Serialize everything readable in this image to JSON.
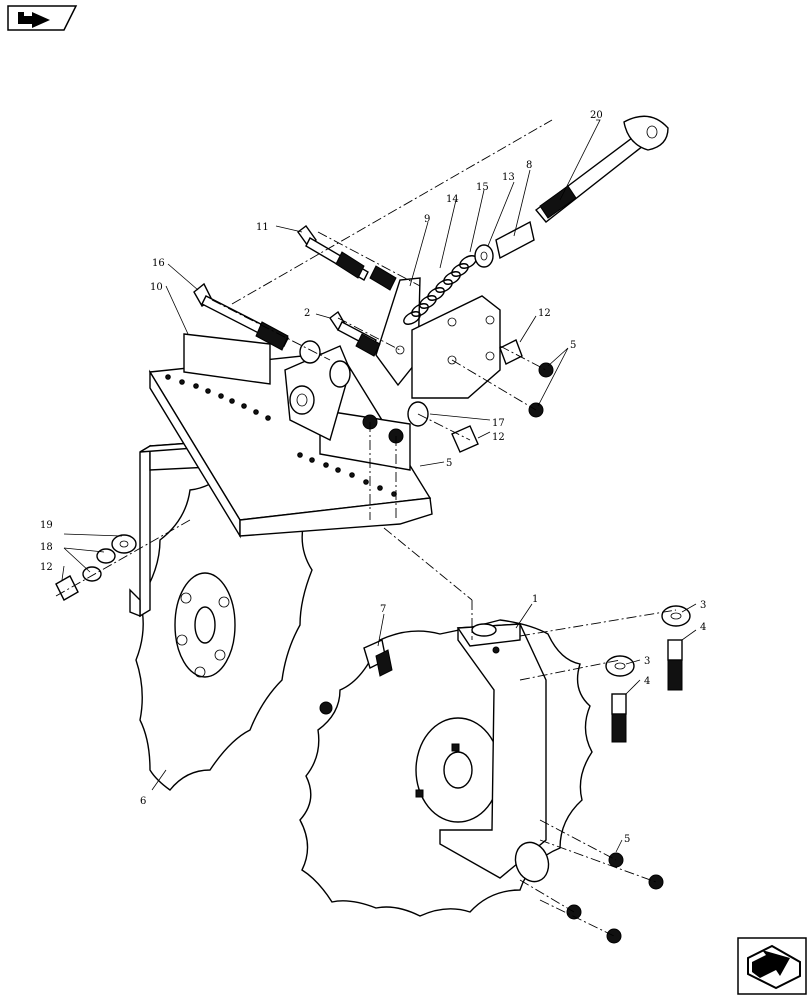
{
  "icons": {
    "top_left": "previous-page-arrow-icon",
    "bottom_right": "next-page-arrow-icon"
  },
  "callouts": [
    {
      "id": "c20",
      "label": "20"
    },
    {
      "id": "c8",
      "label": "8"
    },
    {
      "id": "c13",
      "label": "13"
    },
    {
      "id": "c15",
      "label": "15"
    },
    {
      "id": "c14",
      "label": "14"
    },
    {
      "id": "c9",
      "label": "9"
    },
    {
      "id": "c11",
      "label": "11"
    },
    {
      "id": "c16",
      "label": "16"
    },
    {
      "id": "c10",
      "label": "10"
    },
    {
      "id": "c2",
      "label": "2"
    },
    {
      "id": "c12a",
      "label": "12"
    },
    {
      "id": "c5a",
      "label": "5"
    },
    {
      "id": "c17",
      "label": "17"
    },
    {
      "id": "c12b",
      "label": "12"
    },
    {
      "id": "c5b",
      "label": "5"
    },
    {
      "id": "c19",
      "label": "19"
    },
    {
      "id": "c18",
      "label": "18"
    },
    {
      "id": "c12c",
      "label": "12"
    },
    {
      "id": "c7",
      "label": "7"
    },
    {
      "id": "c1",
      "label": "1"
    },
    {
      "id": "c3a",
      "label": "3"
    },
    {
      "id": "c4a",
      "label": "4"
    },
    {
      "id": "c3b",
      "label": "3"
    },
    {
      "id": "c4b",
      "label": "4"
    },
    {
      "id": "c6",
      "label": "6"
    },
    {
      "id": "c5c",
      "label": "5"
    }
  ]
}
